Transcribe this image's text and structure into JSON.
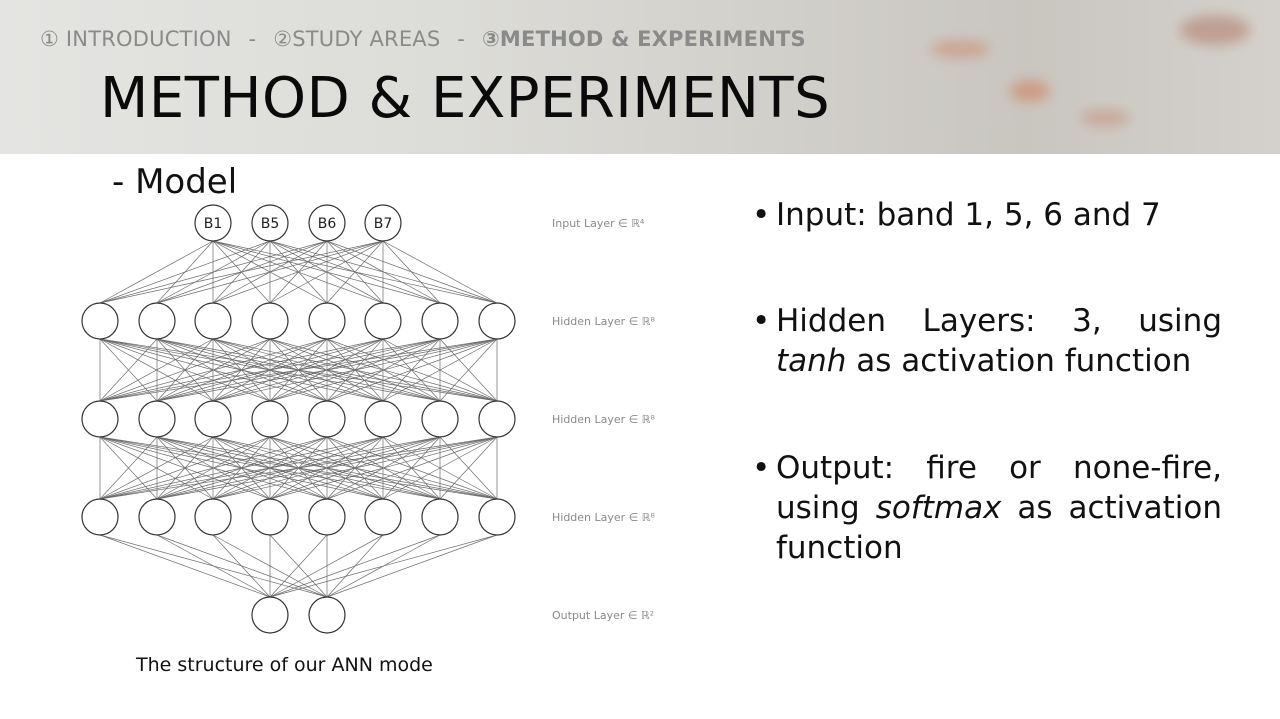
{
  "header": {
    "breadcrumb": {
      "items": [
        "① INTRODUCTION",
        "②STUDY AREAS",
        "③METHOD & EXPERIMENTS"
      ],
      "separator": "-"
    },
    "title": "METHOD & EXPERIMENTS"
  },
  "subtitle": "- Model",
  "diagram": {
    "input_nodes": [
      "B1",
      "B5",
      "B6",
      "B7"
    ],
    "hidden_layer_size": 8,
    "hidden_layer_count": 3,
    "output_layer_size": 2,
    "layer_labels": [
      "Input Layer ∈ ℝ⁴",
      "Hidden Layer ∈ ℝ⁸",
      "Hidden Layer ∈ ℝ⁸",
      "Hidden Layer ∈ ℝ⁸",
      "Output Layer ∈ ℝ²"
    ]
  },
  "caption": "The structure of our ANN mode",
  "bullets": [
    {
      "before": "Input: band 1, 5, 6 and 7",
      "em": "",
      "after": ""
    },
    {
      "before": "Hidden Layers: 3, using ",
      "em": "tanh",
      "after": " as activation function"
    },
    {
      "before": "Output: fire or none-fire, using ",
      "em": "softmax",
      "after": " as activation function"
    }
  ],
  "bullet_symbol": "•"
}
